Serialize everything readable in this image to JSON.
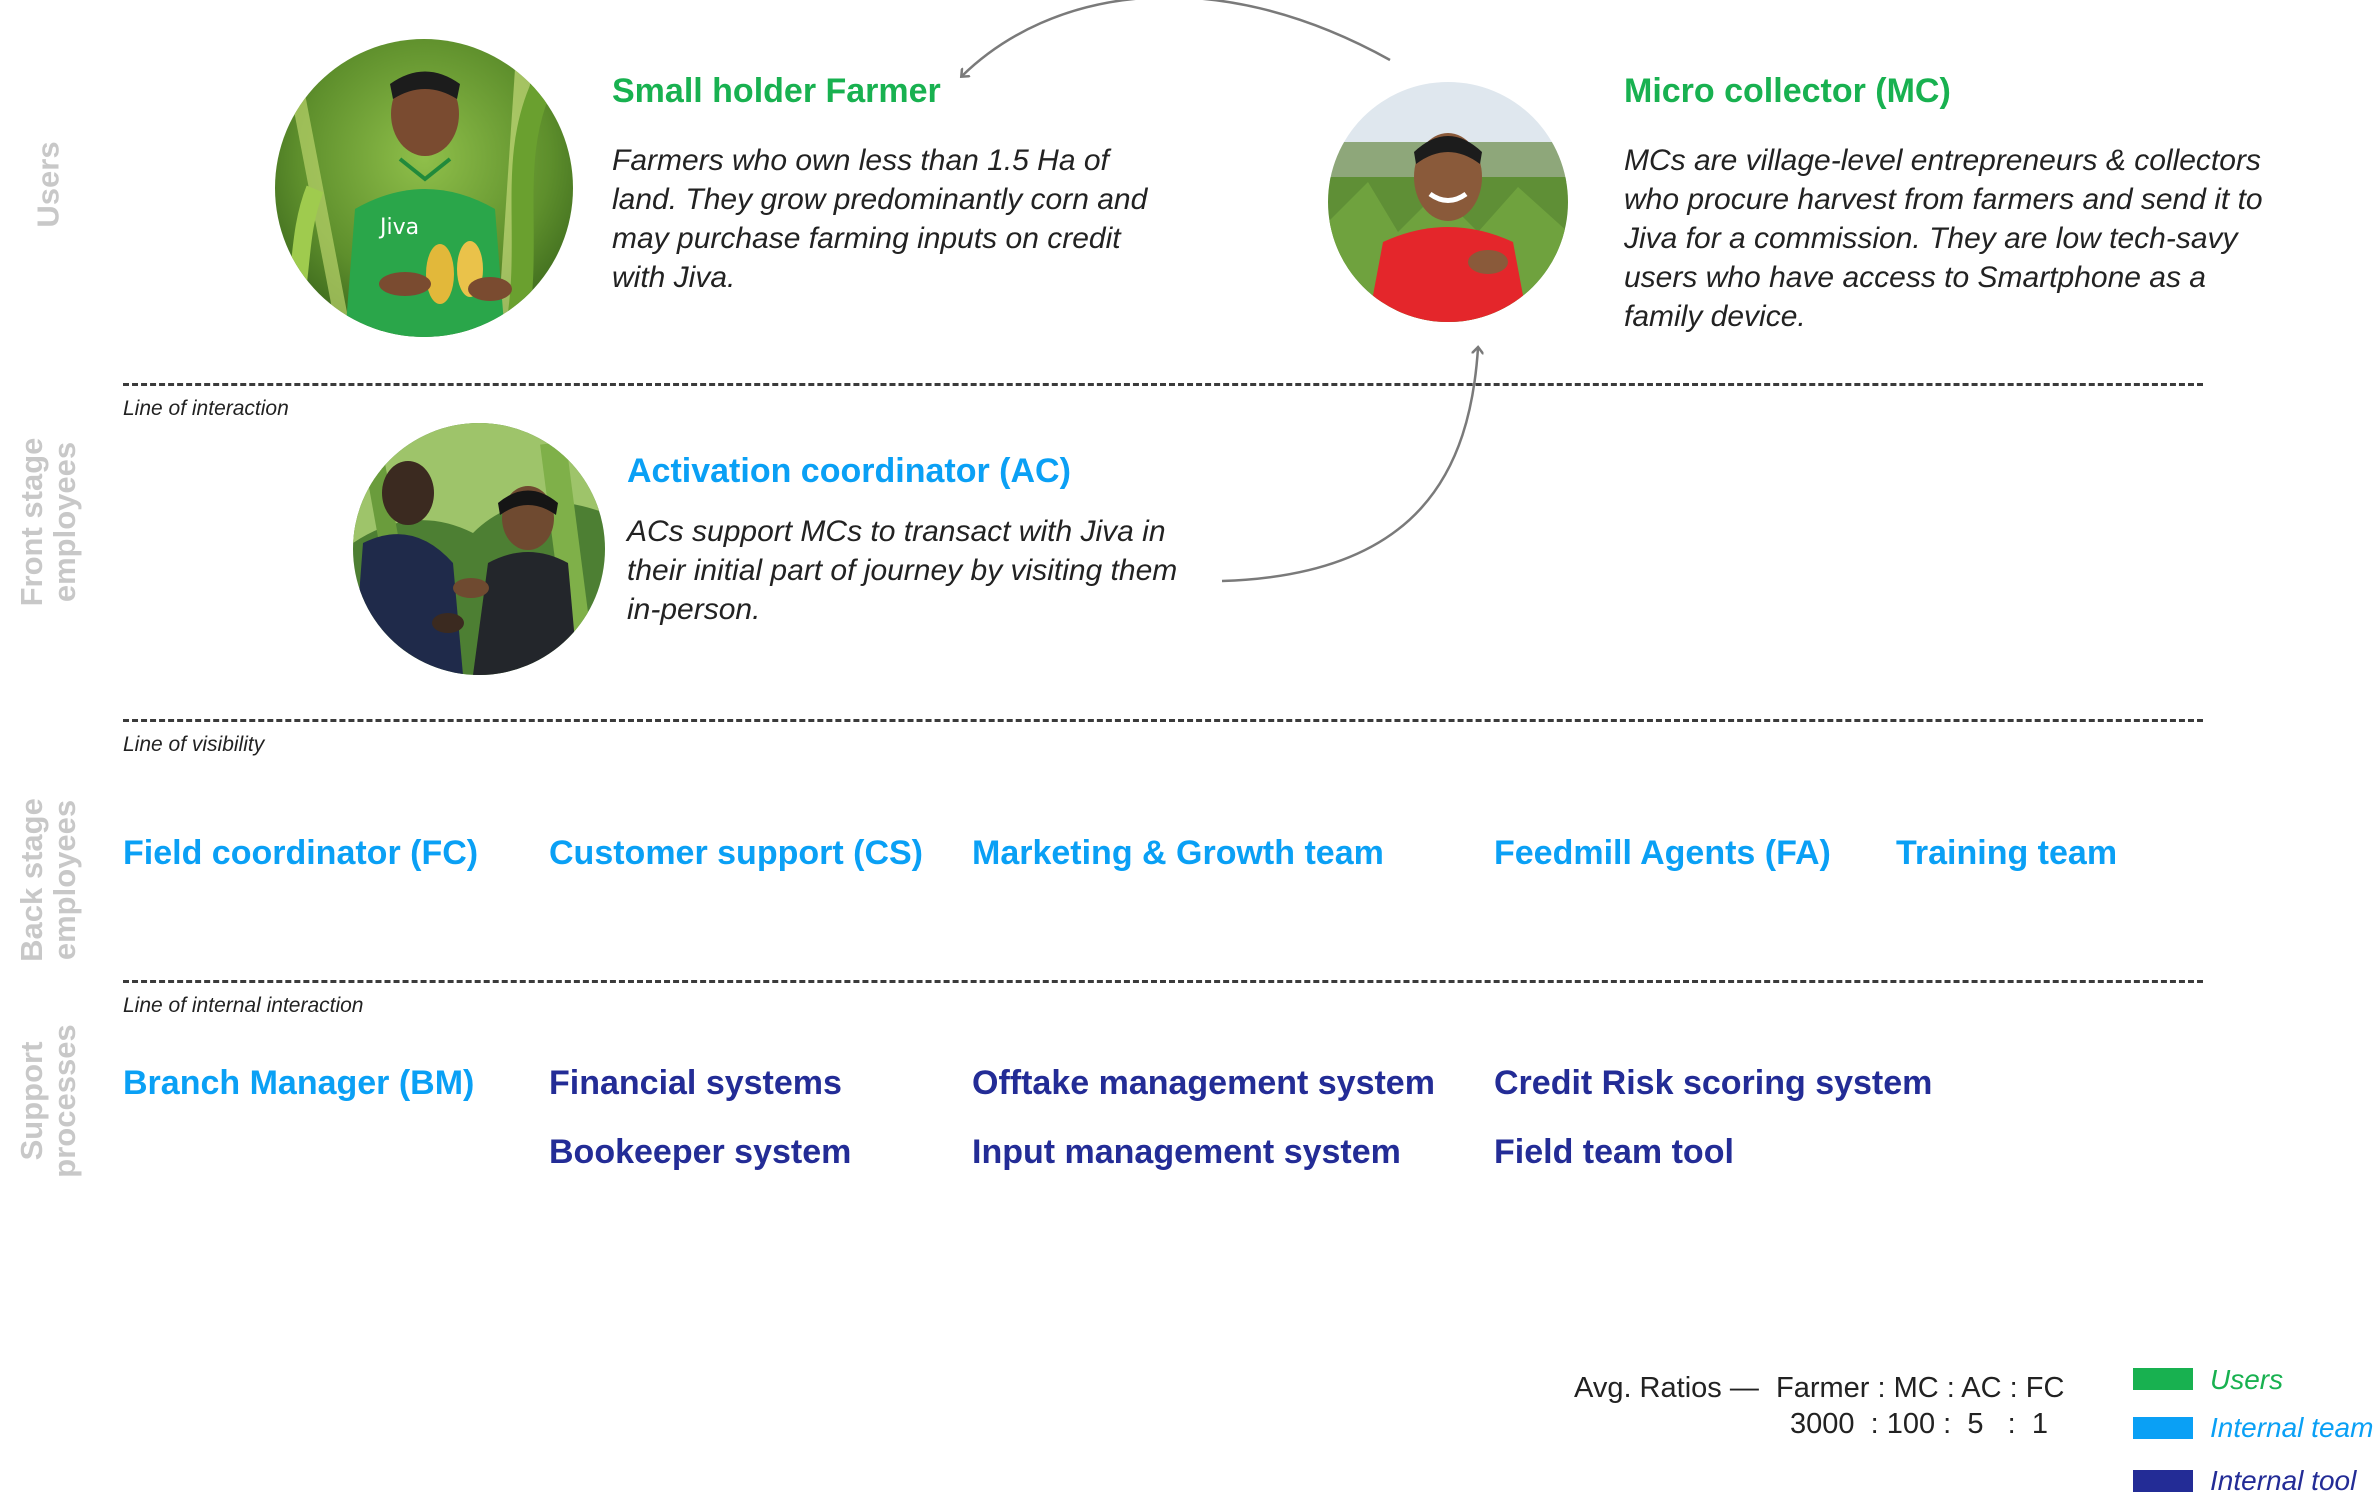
{
  "rows": {
    "users": "Users",
    "front_stage": "Front stage\nemployees",
    "back_stage": "Back stage\nemployees",
    "support": "Support\nprocesses"
  },
  "lines": {
    "interaction": "Line of interaction",
    "visibility": "Line of visibility",
    "internal": "Line of internal interaction"
  },
  "personas": {
    "farmer": {
      "title": "Small holder Farmer",
      "desc": "Farmers who own less than 1.5 Ha of land. They grow predominantly corn and may purchase farming inputs on credit with Jiva.",
      "shirt_logo": "Jiva"
    },
    "mc": {
      "title": "Micro collector (MC)",
      "desc": "MCs are village-level entrepreneurs & collectors who procure harvest from farmers and send it to Jiva for a commission. They are low tech-savy users who have access to Smartphone as a family device."
    },
    "ac": {
      "title": "Activation coordinator (AC)",
      "desc": "ACs support MCs to transact with Jiva in their initial part of journey by visiting them in-person."
    }
  },
  "back_stage": [
    "Field coordinator (FC)",
    "Customer support (CS)",
    "Marketing & Growth team",
    "Feedmill Agents (FA)",
    "Training team"
  ],
  "support": {
    "internal_team": [
      "Branch Manager (BM)"
    ],
    "tools_row1": [
      "Financial systems",
      "Offtake management system",
      "Credit Risk scoring system"
    ],
    "tools_row2": [
      "Bookeeper system",
      "Input management system",
      "Field team tool"
    ]
  },
  "ratios": {
    "label": "Avg. Ratios —",
    "header": "Farmer : MC : AC : FC",
    "values": "3000  : 100 :  5   :  1"
  },
  "legend": [
    {
      "label": "Users",
      "color": "#18b150"
    },
    {
      "label": "Internal team",
      "color": "#0aa0f5"
    },
    {
      "label": "Internal tool",
      "color": "#232c96"
    }
  ],
  "colors": {
    "users": "#18b150",
    "internal_team": "#0aa0f5",
    "internal_tool": "#232c96",
    "row_label": "#c8c8c8"
  }
}
